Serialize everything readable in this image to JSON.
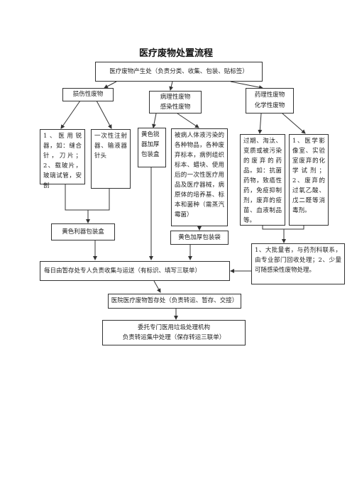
{
  "title": "医疗废物处置流程",
  "nodes": {
    "source": "医疗废物产生处（负责分类、收集、包装、贴标签）",
    "sharps": "损伤性废物",
    "pathological_line1": "病理性废物",
    "pathological_line2": "感染性废物",
    "pharma_line1": "药理性废物",
    "pharma_line2": "化学性废物",
    "sharps_examples": "1、医用锐器，如：缝合针，刀片；2、载玻片，玻璃试管，安剖",
    "syringes": "一次性注射器、输液器针头",
    "yellow_thick_bin": "黄色锐器加厚包装盒",
    "infectious_examples": "被病人体液污染的各种物品，各种废弃标本，病例组织标本、蜡块、使用后的一次性医疗用品及医疗器械，病原体的培养基、标本和菌种（需蒸汽霉菌）",
    "expired_drugs": "过期、淘汰、变质或被污染的废弃的药品。如：抗菌药物，致癌性药，免疫抑制剂，废弃的疫苗、血液制品等。",
    "lab_chemicals": "1、医学影像室、实验室废弃的化学试剂；2、废弃的过氧乙酸、戊二醛等消毒剂。",
    "sharps_container": "黄色利器包装盒",
    "yellow_bag": "黄色加厚包装袋",
    "pharmacy_handling": "1、大批量者，与药剂科联系，由专业部门回收处理；2、少量可随感染性废物处理。",
    "daily_collection": "每日由暂存处专人负责收集与运送（有标识、填写三联单）",
    "temp_storage": "医院医疗废物暂存处（负责转运、暂存、交接）",
    "disposal_line1": "委托专门医用垃圾处理机构",
    "disposal_line2": "负责转运集中处理（保存转运三联单）"
  }
}
